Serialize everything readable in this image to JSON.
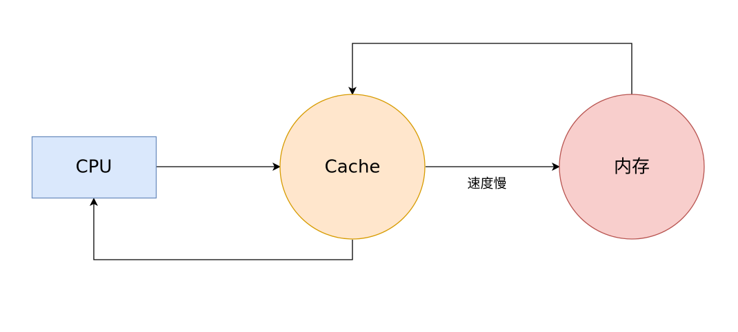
{
  "nodes": {
    "cpu": {
      "label": "CPU",
      "fill": "#dae8fc",
      "stroke": "#6c8ebf"
    },
    "cache": {
      "label": "Cache",
      "fill": "#ffe6cc",
      "stroke": "#d79b00"
    },
    "memory": {
      "label": "内存",
      "fill": "#f8cecc",
      "stroke": "#b85450"
    }
  },
  "edges": {
    "cache_to_memory": {
      "label": "速度慢"
    }
  },
  "colors": {
    "edge": "#000000",
    "background": "#ffffff"
  }
}
